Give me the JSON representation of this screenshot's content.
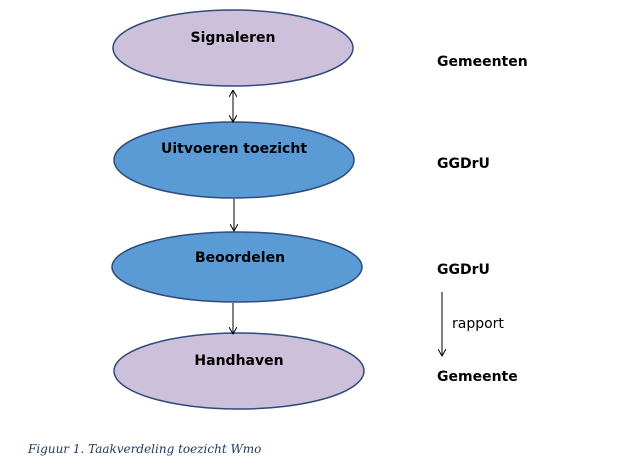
{
  "nodes": [
    {
      "label": "Signaleren"
    },
    {
      "label": "Uitvoeren toezicht"
    },
    {
      "label": "Beoordelen"
    },
    {
      "label": "Handhaven"
    }
  ],
  "actors": [
    "Gemeenten",
    "GGDrU",
    "GGDrU",
    "Gemeente"
  ],
  "report_label": "rapport",
  "caption": "Figuur 1. Taakverdeling toezicht Wmo",
  "colors": {
    "light_fill": "#cdc0da",
    "blue_fill": "#5b9bd5",
    "outline": "#2f4b7c",
    "caption_text": "#1f3a60"
  }
}
